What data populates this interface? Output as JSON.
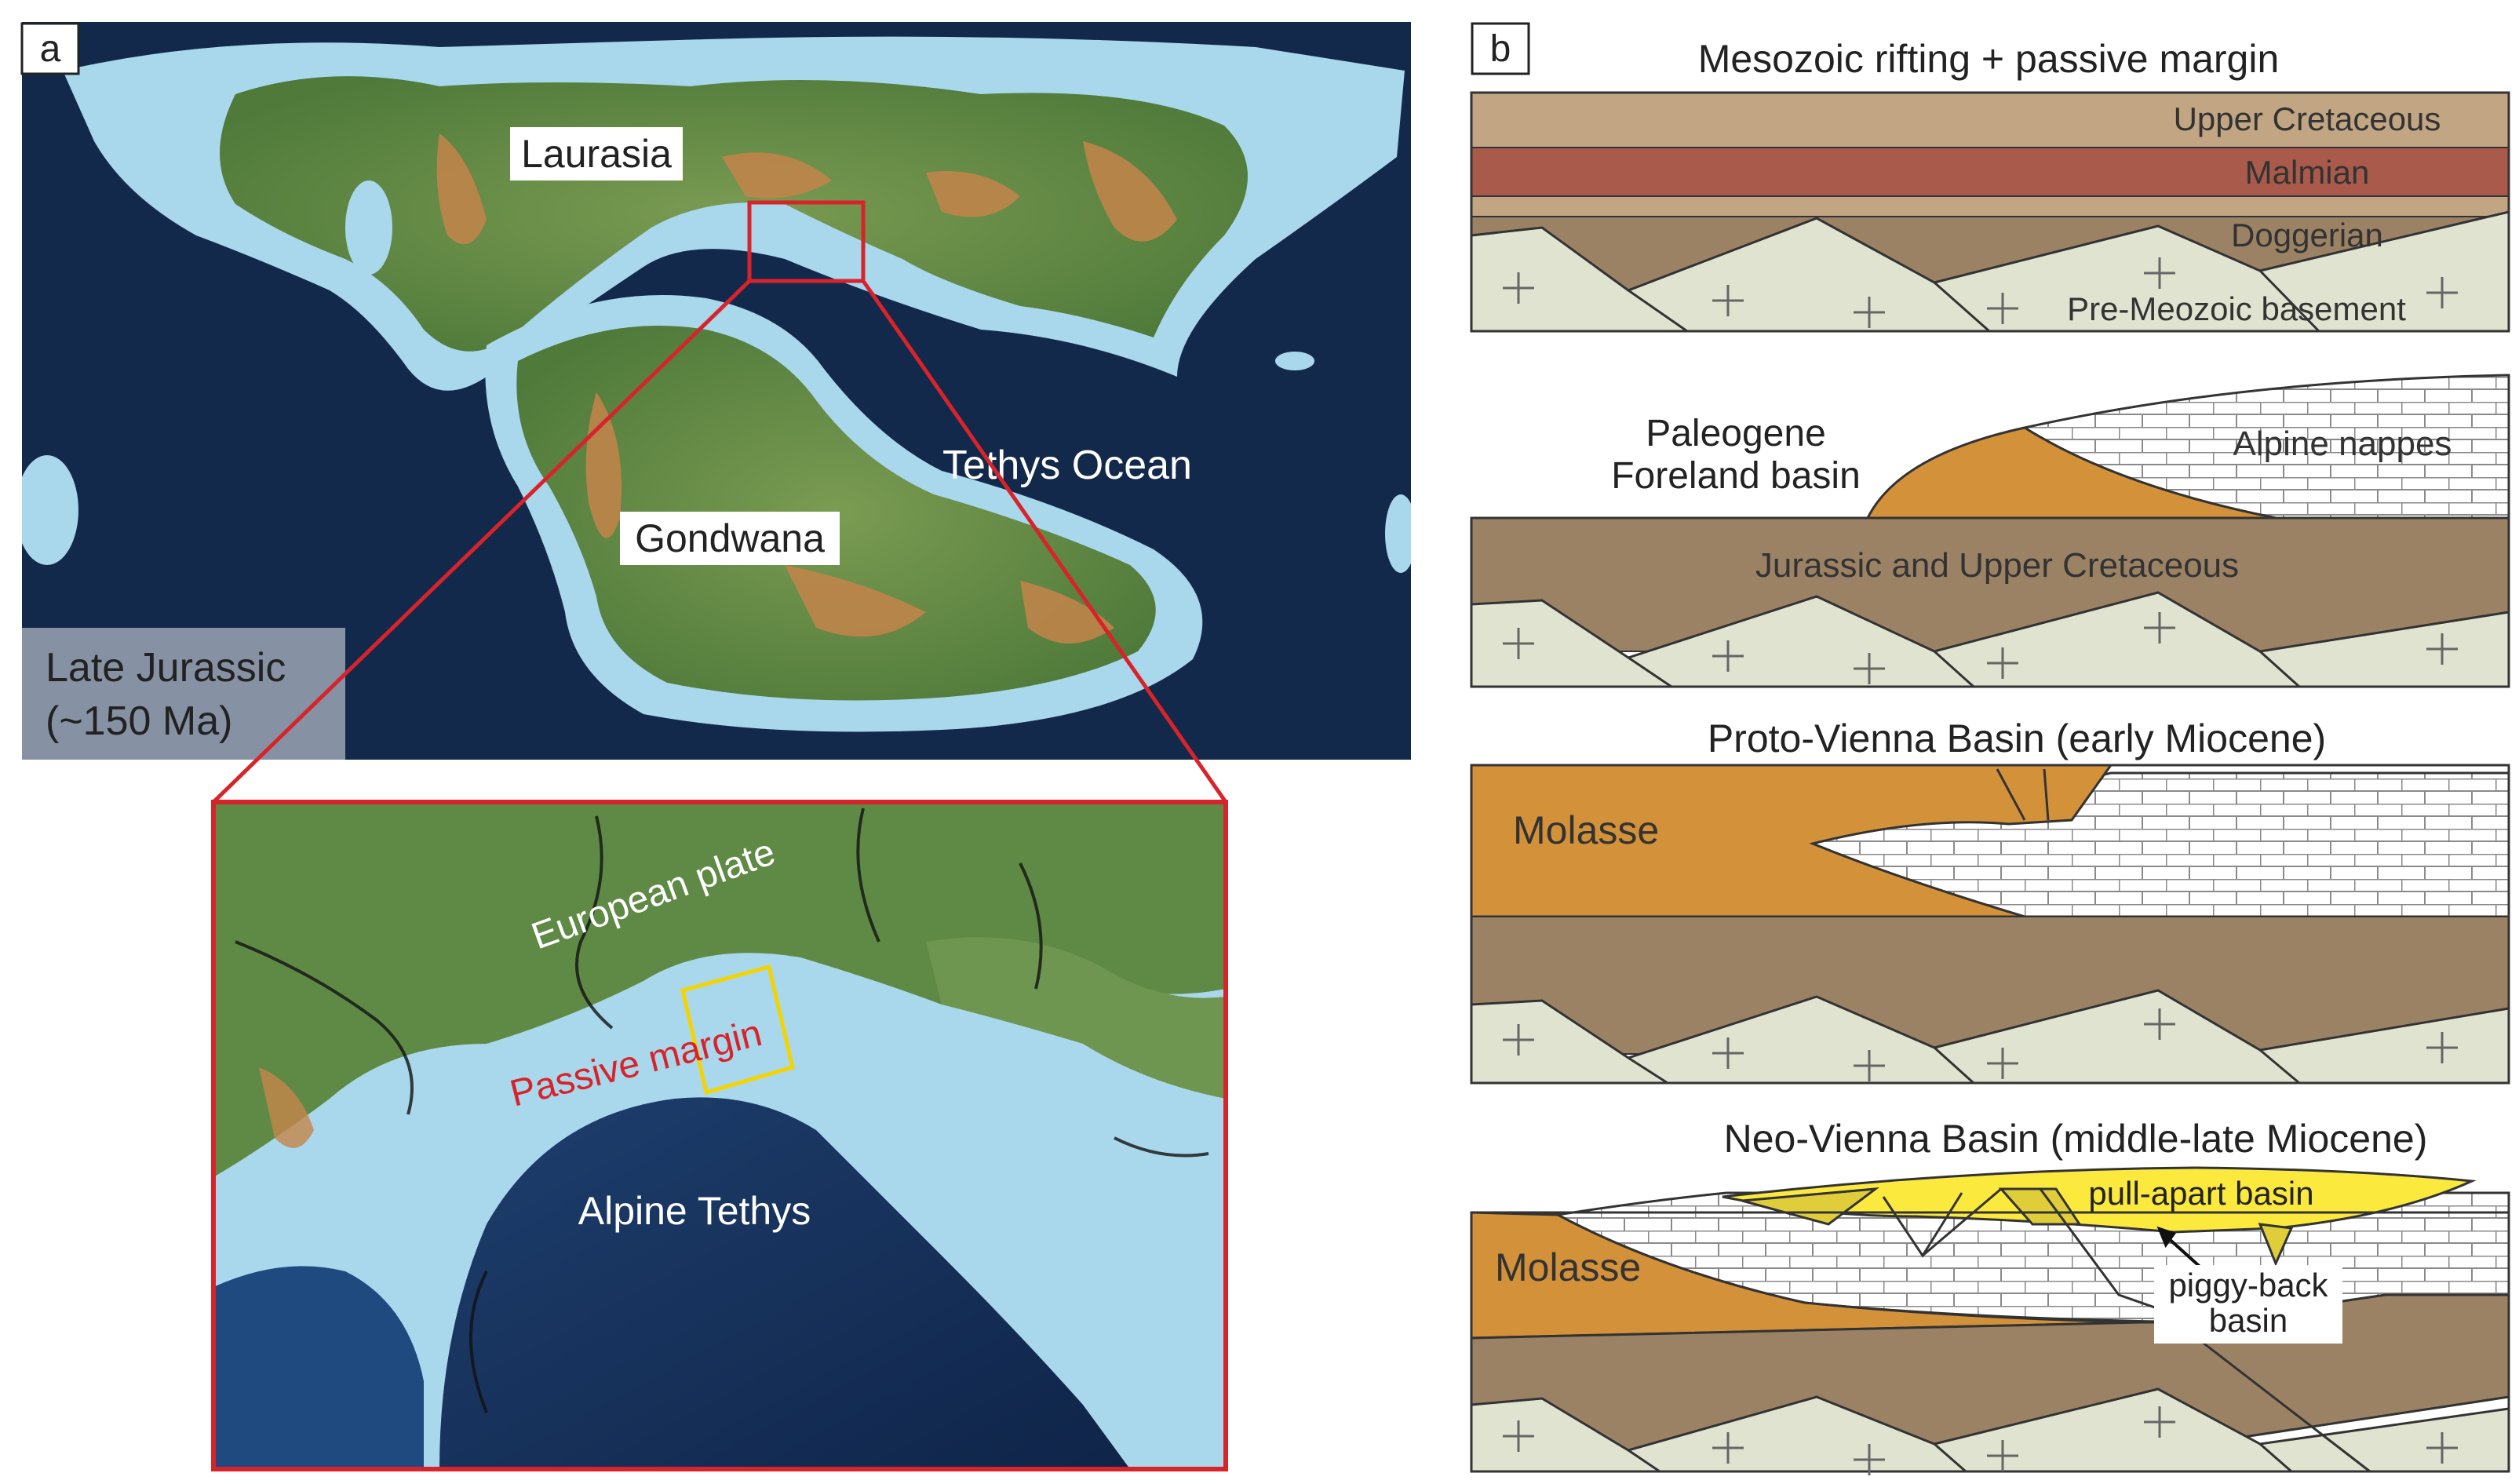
{
  "panel_a": {
    "letter": "a",
    "labels": {
      "laurasia": "Laurasia",
      "gondwana": "Gondwana",
      "tethys_ocean": "Tethys Ocean",
      "age_line1": "Late Jurassic",
      "age_line2": "(~150 Ma)"
    },
    "inset": {
      "european_plate": "European plate",
      "passive_margin": "Passive margin",
      "alpine_tethys": "Alpine Tethys"
    }
  },
  "panel_b": {
    "letter": "b",
    "section1": {
      "title": "Mesozoic rifting + passive margin",
      "upper_cretaceous": "Upper Cretaceous",
      "malmian": "Malmian",
      "doggerian": "Doggerian",
      "basement": "Pre-Meozoic basement"
    },
    "section2": {
      "foreland_line1": "Paleogene",
      "foreland_line2": "Foreland basin",
      "alpine_nappes": "Alpine nappes",
      "jurassic_upper_cretaceous": "Jurassic and Upper Cretaceous"
    },
    "section3": {
      "title": "Proto-Vienna Basin (early Miocene)",
      "molasse": "Molasse"
    },
    "section4": {
      "title": "Neo-Vienna Basin (middle-late Miocene)",
      "molasse": "Molasse",
      "pull_apart": "pull-apart basin",
      "piggy_line1": "piggy-back",
      "piggy_line2": "basin"
    }
  },
  "colors": {
    "ocean_deep": "#13294b",
    "shelf": "#a9d7ec",
    "land": "#5f8a45",
    "highland": "#c4844a",
    "red_outline": "#d8232a",
    "yellow_box": "#f4d400",
    "passive_margin_text": "#d8232a",
    "upper_cretaceous": "#c2a684",
    "malmian": "#a95a4a",
    "doggerian": "#9c8264",
    "basement": "#dfe3cf",
    "molasse": "#d3913a",
    "nappes": "#ffffff",
    "pull_apart": "#fbe93e",
    "piggy_back": "#e0cd3a"
  }
}
